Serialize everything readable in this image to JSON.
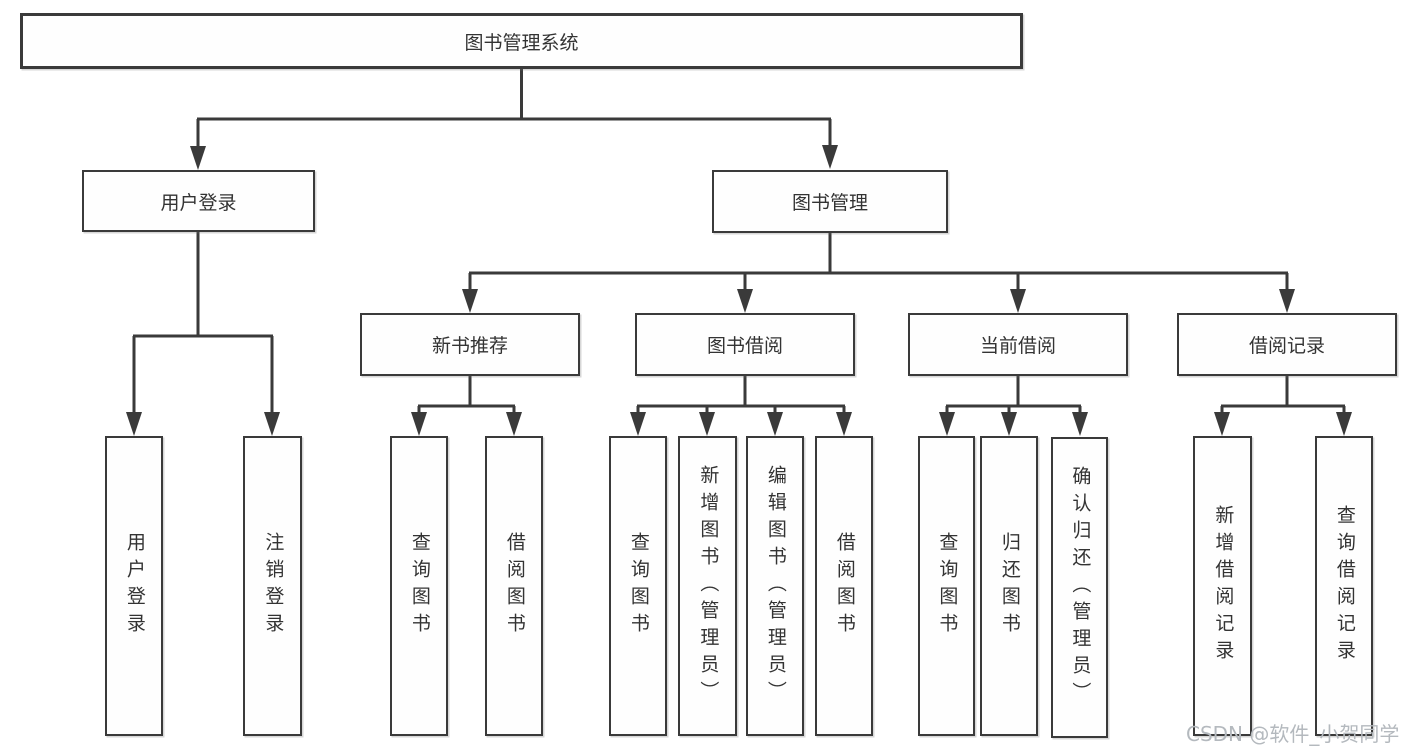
{
  "nodes": {
    "root": "图书管理系统",
    "level2": [
      "用户登录",
      "图书管理"
    ],
    "level3": [
      "新书推荐",
      "图书借阅",
      "当前借阅",
      "借阅记录"
    ],
    "leaves": [
      "用户登录",
      "注销登录",
      "查询图书",
      "借阅图书",
      "查询图书",
      "新增图书（管理员）",
      "编辑图书（管理员）",
      "借阅图书",
      "查询图书",
      "归还图书",
      "确认归还（管理员）",
      "新增借阅记录",
      "查询借阅记录"
    ]
  },
  "watermark": "CSDN @软件_小贺同学",
  "colors": {
    "line": "#3a3a3a",
    "box_fill": "#fefefe",
    "text": "#333333",
    "watermark": "#b4b9be"
  }
}
